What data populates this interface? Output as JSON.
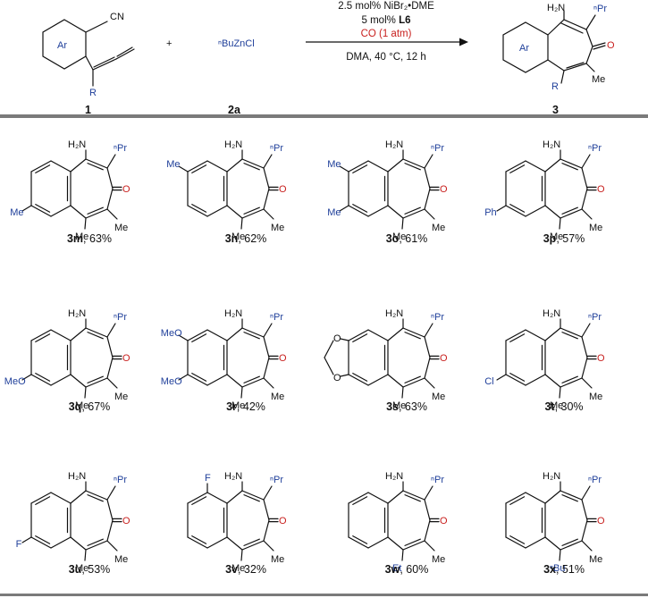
{
  "header": {
    "reactant1_label": "1",
    "reactant1_ring": "Ar",
    "reactant1_cn": "CN",
    "reactant1_r": "R",
    "plus": "+",
    "reagent2": "ⁿBuZnCl",
    "reagent2_label": "2a",
    "conditions": {
      "line1": "2.5 mol% NiBr₂•DME",
      "line2_pre": "5 mol% ",
      "line2_bold": "L6",
      "line3": "CO (1 atm)",
      "line4": "DMA, 40 °C, 12 h"
    },
    "product_label": "3",
    "product_ring": "Ar",
    "product_nh2": "H₂N",
    "product_pr": "ⁿPr",
    "product_o": "O",
    "product_me": "Me",
    "product_r": "R"
  },
  "common": {
    "nh2": "H₂N",
    "pr": "ⁿPr",
    "o": "O",
    "me": "Me"
  },
  "products": [
    {
      "id": "3m",
      "yield": ", 63%",
      "subs": [
        {
          "text": "Me",
          "pos": "C7"
        }
      ],
      "c5": "Me"
    },
    {
      "id": "3n",
      "yield": ", 62%",
      "subs": [
        {
          "text": "Me",
          "pos": "C8"
        }
      ],
      "c5": "Me"
    },
    {
      "id": "3o",
      "yield": ", 61%",
      "subs": [
        {
          "text": "Me",
          "pos": "C8"
        },
        {
          "text": "Me",
          "pos": "C7"
        }
      ],
      "c5": "Me"
    },
    {
      "id": "3p",
      "yield": ", 57%",
      "subs": [
        {
          "text": "Ph",
          "pos": "C7"
        }
      ],
      "c5": "Me"
    },
    {
      "id": "3q",
      "yield": ", 67%",
      "subs": [
        {
          "text": "MeO",
          "pos": "C7"
        }
      ],
      "c5": "Me"
    },
    {
      "id": "3r",
      "yield": ", 42%",
      "subs": [
        {
          "text": "MeO",
          "pos": "C8"
        },
        {
          "text": "MeO",
          "pos": "C7"
        }
      ],
      "c5": "Me"
    },
    {
      "id": "3s",
      "yield": ", 63%",
      "subs": [],
      "dioxole": true,
      "c5": "Me"
    },
    {
      "id": "3t",
      "yield": ", 30%",
      "subs": [
        {
          "text": "Cl",
          "pos": "C7"
        }
      ],
      "c5": "Me"
    },
    {
      "id": "3u",
      "yield": ", 53%",
      "subs": [
        {
          "text": "F",
          "pos": "C7"
        }
      ],
      "c5": "Me"
    },
    {
      "id": "3v",
      "yield": ", 32%",
      "subs": [
        {
          "text": "F",
          "pos": "C9"
        }
      ],
      "c5": "Me"
    },
    {
      "id": "3w",
      "yield": ", 60%",
      "subs": [],
      "c5": "Et",
      "c5_blue": true
    },
    {
      "id": "3x",
      "yield": ", 51%",
      "subs": [],
      "c5": "ⁿBu",
      "c5_blue": true
    }
  ],
  "colors": {
    "text": "#111111",
    "substituent": "#1f3f9a",
    "carbonyl": "#c8201e",
    "divider": "#7a7a7a"
  }
}
